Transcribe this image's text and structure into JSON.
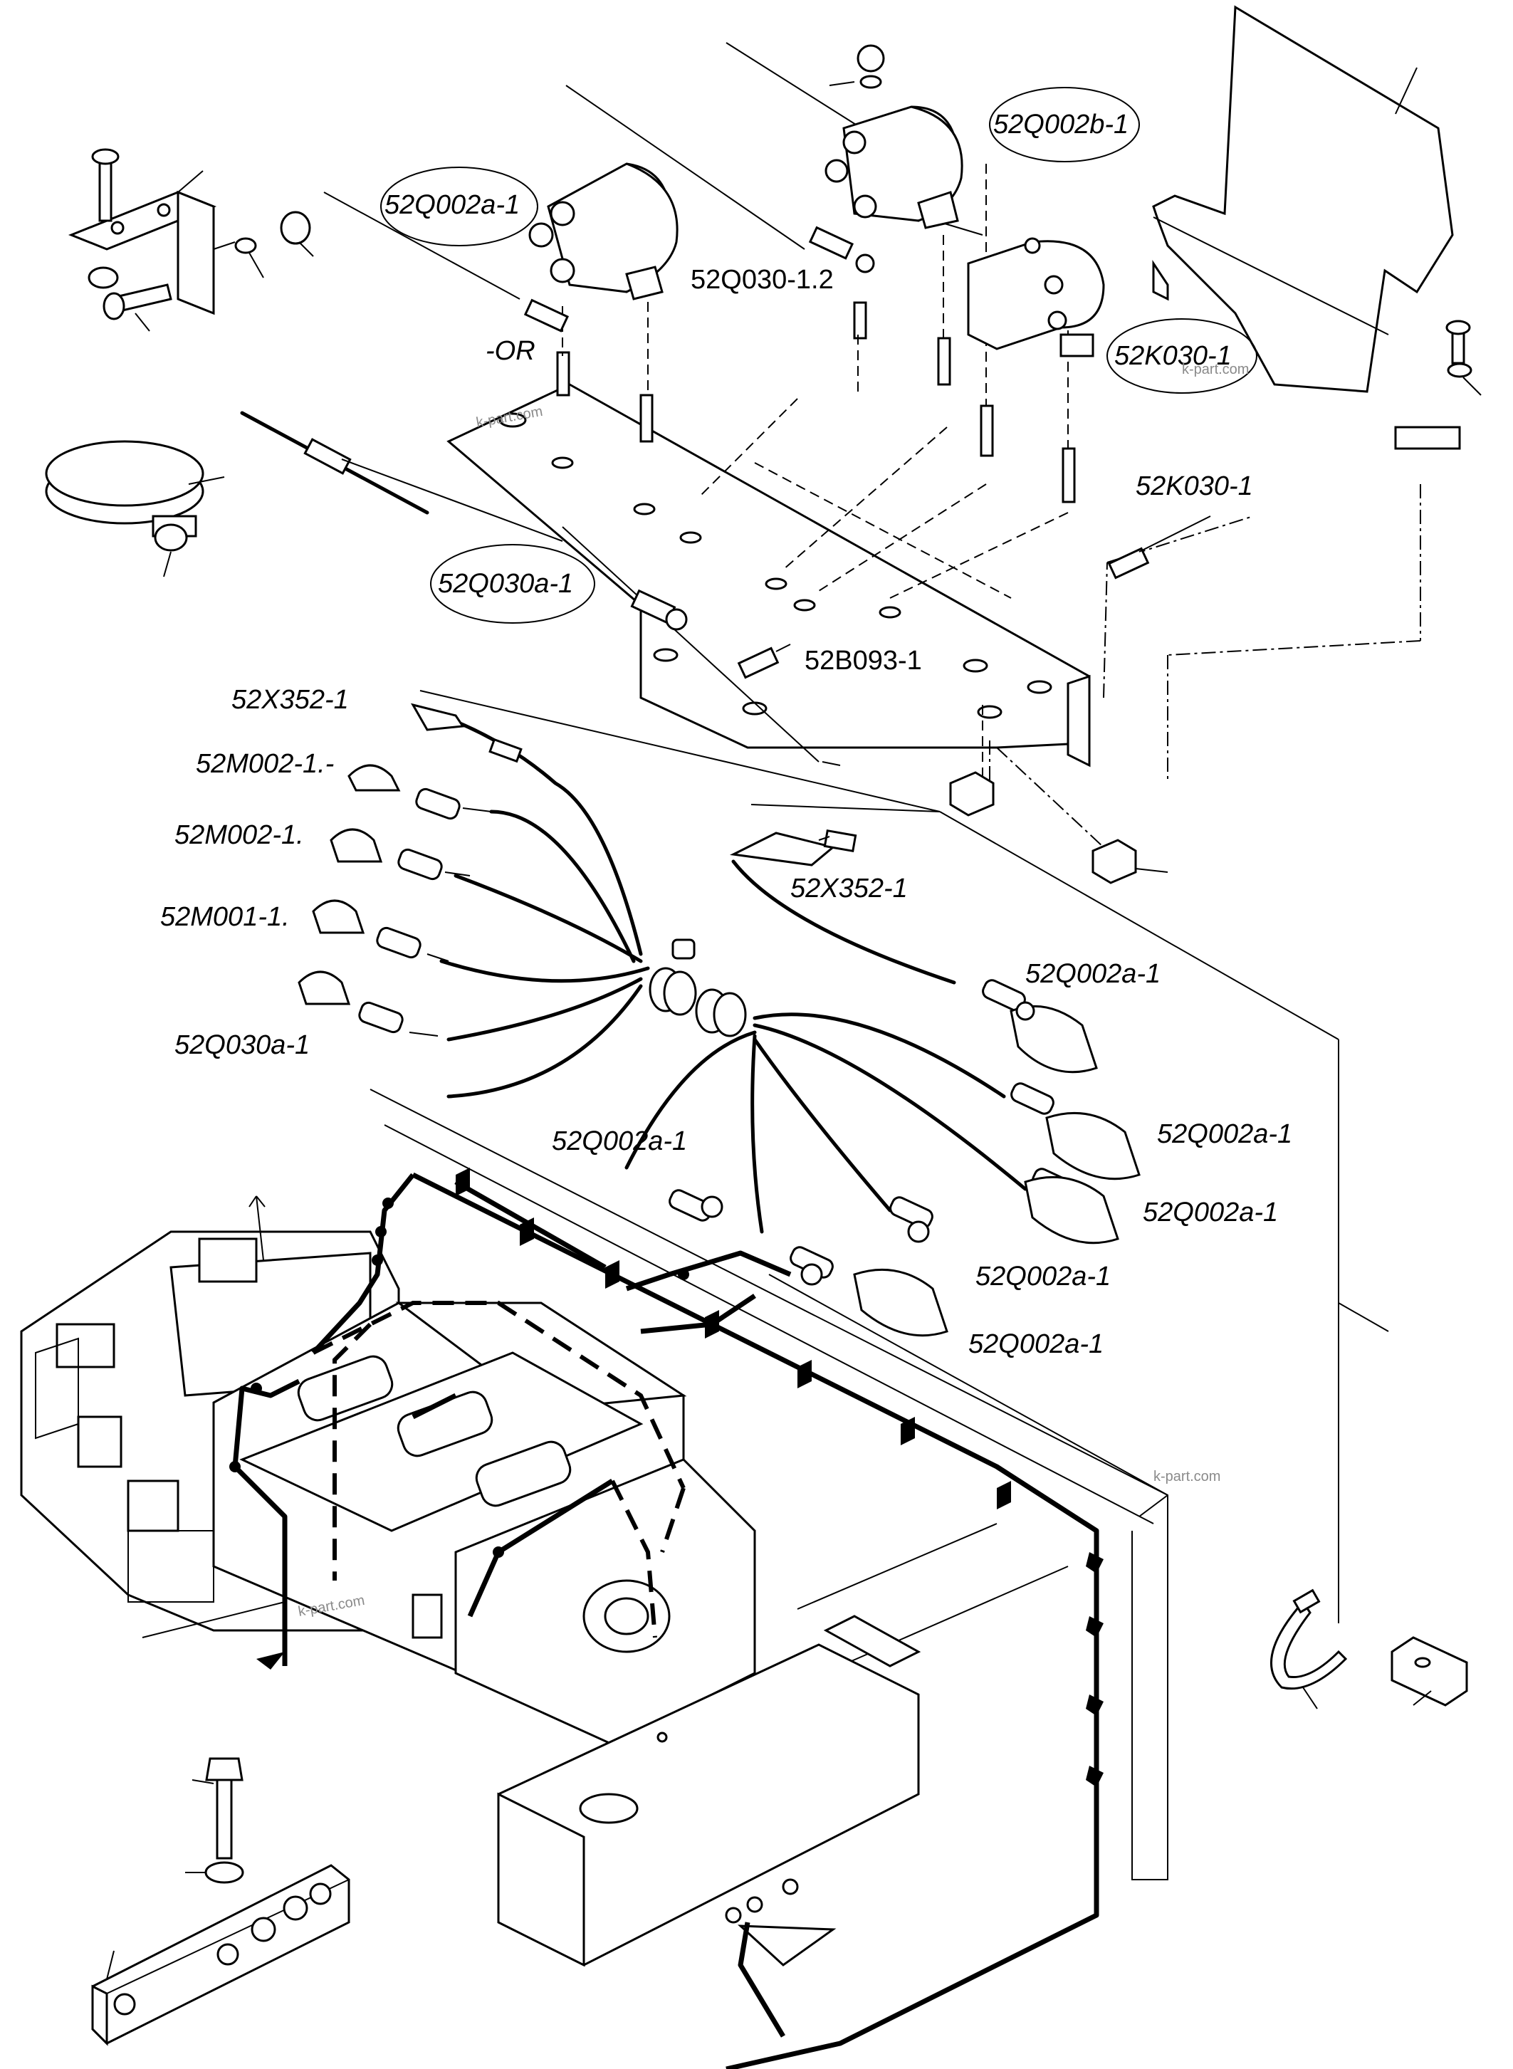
{
  "labels": {
    "q002a_top": "52Q002a-1",
    "q002b_top": "52Q002b-1",
    "q030_12": "52Q030-1.2",
    "or_label": "-OR",
    "k030_circled": "52K030-1",
    "k030_plain": "52K030-1",
    "q030a_plate": "52Q030a-1",
    "b093": "52B093-1",
    "x352_left": "52X352-1",
    "m002_a": "52M002-1.-",
    "m002_b": "52M002-1.",
    "m001": "52M001-1.",
    "q030a_harness": "52Q030a-1",
    "x352_right": "52X352-1",
    "q002a_r1": "52Q002a-1",
    "q002a_r2": "52Q002a-1",
    "q002a_r3": "52Q002a-1",
    "q002a_mid": "52Q002a-1",
    "q002a_r4": "52Q002a-1",
    "q002a_r5": "52Q002a-1"
  },
  "watermarks": {
    "w1": "k-part.com",
    "w2": "k-part.com",
    "w3": "k-part.com",
    "w4": "k-part.com"
  }
}
